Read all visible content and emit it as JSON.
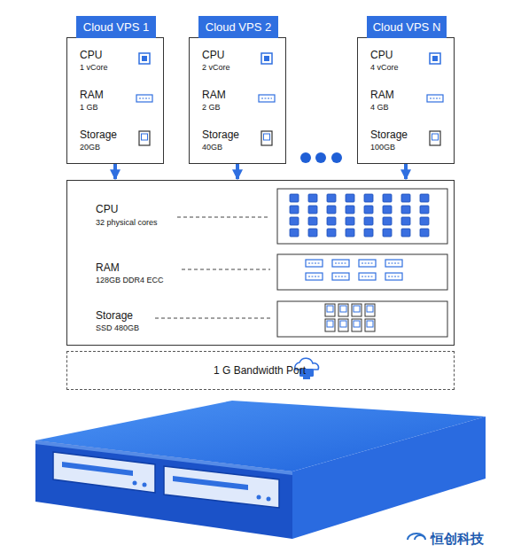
{
  "diagram": {
    "nodes": [
      {
        "text": [
          "Cloud VPS 1",
          "CPU",
          "1 vCore",
          "RAM",
          "1 GB",
          "Storage",
          "20GB"
        ]
      },
      {
        "text": [
          "Cloud VPS 2",
          "CPU",
          "2 vCore",
          "RAM",
          "2 GB",
          "Storage",
          "40GB"
        ]
      },
      {
        "text": [
          "Cloud VPS N",
          "CPU",
          "4 vCore",
          "RAM",
          "4 GB",
          "Storage",
          "100GB"
        ]
      },
      {
        "text": [
          "CPU",
          "32 physical cores",
          "RAM",
          "128GB DDR4 ECC",
          "Storage",
          "SSD 480GB"
        ]
      },
      {
        "text": [
          "1 G Bandwidth Port"
        ]
      }
    ],
    "edges": [
      {
        "from": 0,
        "to": 3,
        "arrow": "to"
      },
      {
        "from": 1,
        "to": 3,
        "arrow": "to"
      },
      {
        "from": 2,
        "to": 3,
        "arrow": "to"
      }
    ],
    "labels": [
      "恒创科技"
    ]
  }
}
